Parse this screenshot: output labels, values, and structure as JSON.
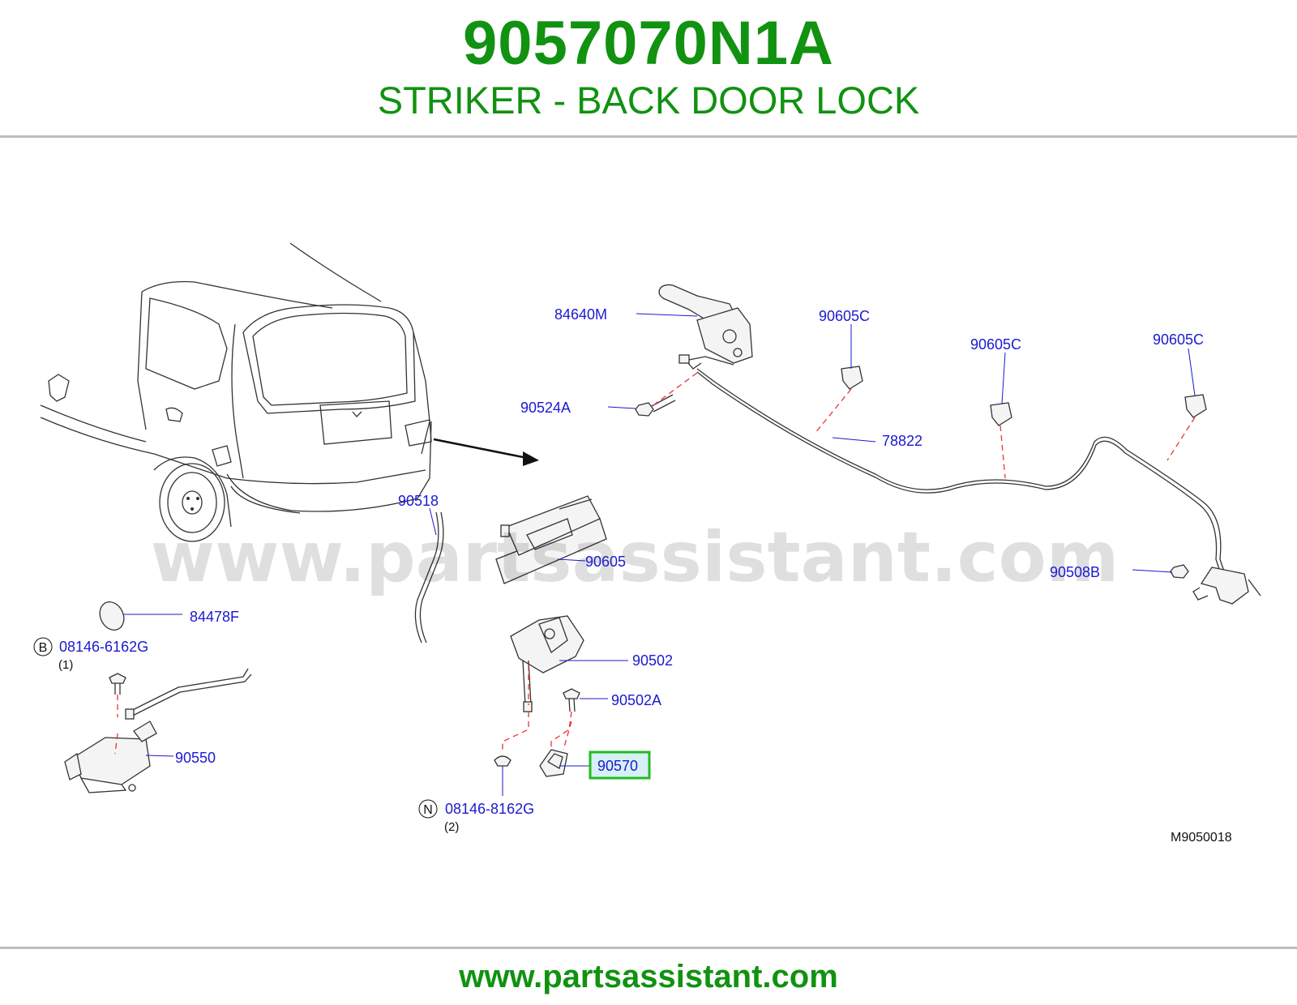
{
  "header": {
    "part_number": "9057070N1A",
    "part_name": "STRIKER - BACK DOOR LOCK"
  },
  "diagram": {
    "watermark": "www.partsassistant.com",
    "figure_code": "M9050018",
    "callouts": {
      "c84640M": "84640M",
      "c90605C_1": "90605C",
      "c90605C_2": "90605C",
      "c90605C_3": "90605C",
      "c90524A": "90524A",
      "c78822": "78822",
      "c90518": "90518",
      "c90605": "90605",
      "c90508B": "90508B",
      "c84478F": "84478F",
      "c08146_6162G": "08146-6162G",
      "qty_1": "(1)",
      "c90550": "90550",
      "c90502": "90502",
      "c90502A": "90502A",
      "c90570": "90570",
      "c08146_8162G": "08146-8162G",
      "qty_2": "(2)"
    },
    "bolt_codes": {
      "b": "B",
      "n": "N"
    },
    "highlight_color": "#22bb22"
  },
  "footer": {
    "url": "www.partsassistant.com"
  },
  "colors": {
    "title_green": "#119211",
    "callout_blue": "#1a1ad1",
    "dash_red": "#ee3333"
  }
}
